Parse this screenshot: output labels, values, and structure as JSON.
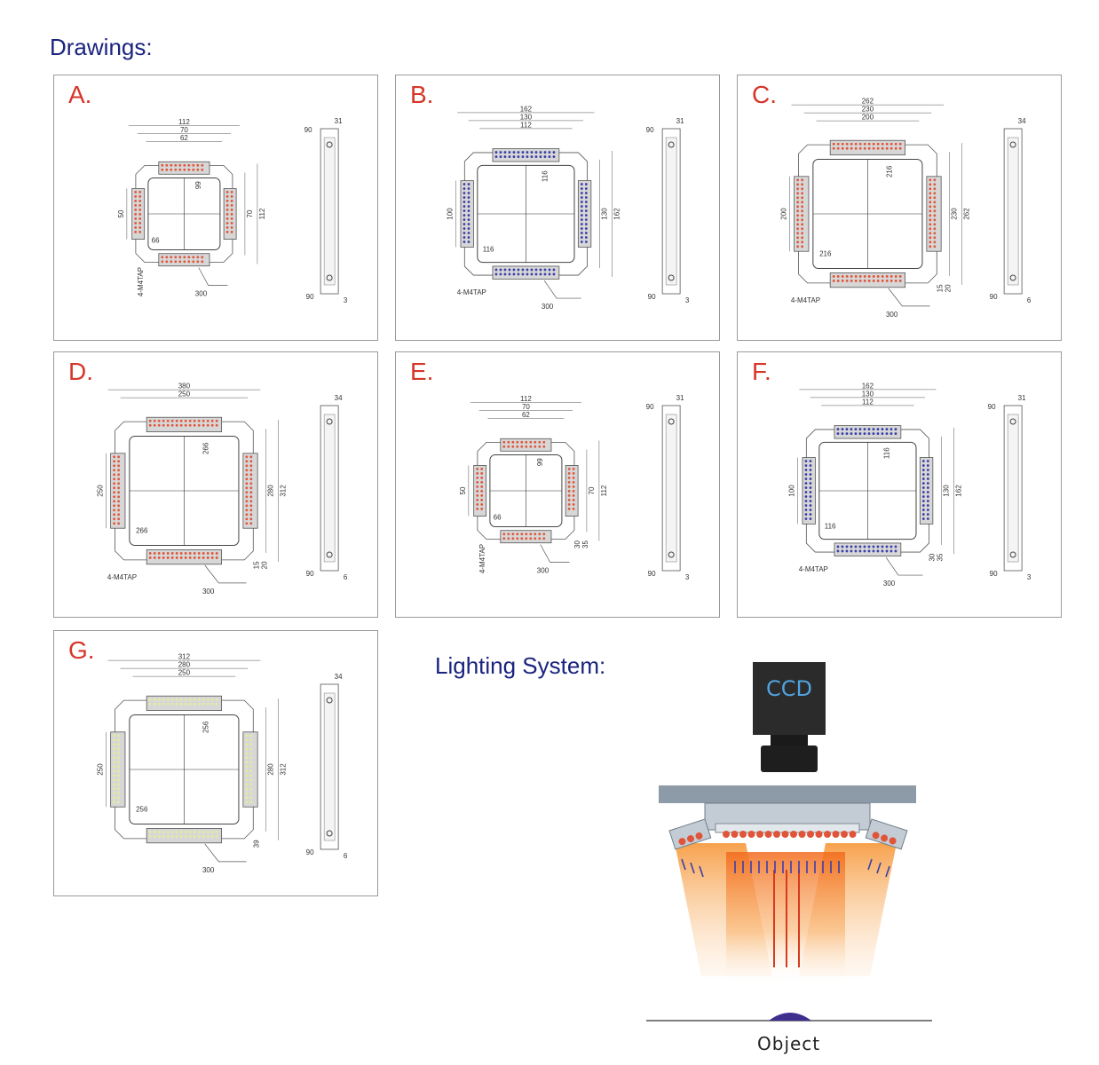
{
  "headings": {
    "drawings": "Drawings:",
    "lighting": "Lighting System:"
  },
  "colors": {
    "heading": "#1a237e",
    "letter": "#d6362a",
    "led_red": "#e0553a",
    "led_blue": "#3b3fa8",
    "led_yellow": "#e6ec9a",
    "beam": "#f58a1f"
  },
  "panels": [
    {
      "letter": "A.",
      "led": "red",
      "dims": {
        "top": [
          "112",
          "70",
          "62"
        ],
        "inner_v": "99",
        "inner_h": "66",
        "left": "50",
        "right": [
          "70",
          "112"
        ],
        "side_top": "31",
        "side_left": "90",
        "side_bottom": "90",
        "side_right": "3",
        "cable": "300",
        "tap": "4-M4TAP"
      }
    },
    {
      "letter": "B.",
      "led": "blue",
      "dims": {
        "top": [
          "162",
          "130",
          "112"
        ],
        "inner_v": "116",
        "inner_h": "116",
        "left": "100",
        "right": [
          "130",
          "162"
        ],
        "side_top": "31",
        "side_left": "90",
        "side_bottom": "90",
        "side_right": "3",
        "cable": "300",
        "tap": "4-M4TAP"
      }
    },
    {
      "letter": "C.",
      "led": "red",
      "dims": {
        "top": [
          "262",
          "230",
          "200"
        ],
        "inner_v": "216",
        "inner_h": "216",
        "left": "200",
        "right": [
          "230",
          "262"
        ],
        "side_top": "34",
        "side_left": "",
        "side_bottom": "90",
        "side_right": "6",
        "cable": "300",
        "tap": "4-M4TAP",
        "extra": [
          "15",
          "20"
        ]
      }
    },
    {
      "letter": "D.",
      "led": "red",
      "dims": {
        "top": [
          "380",
          "250"
        ],
        "inner_v": "266",
        "inner_h": "266",
        "left": "250",
        "right": [
          "280",
          "312"
        ],
        "side_top": "34",
        "side_left": "",
        "side_bottom": "90",
        "side_right": "6",
        "cable": "300",
        "tap": "4-M4TAP",
        "extra": [
          "15",
          "20"
        ]
      }
    },
    {
      "letter": "E.",
      "led": "red",
      "dims": {
        "top": [
          "112",
          "70",
          "62"
        ],
        "inner_v": "99",
        "inner_h": "66",
        "left": "50",
        "right": [
          "70",
          "112"
        ],
        "side_top": "31",
        "side_left": "90",
        "side_bottom": "90",
        "side_right": "3",
        "cable": "300",
        "tap": "4-M4TAP",
        "extra": [
          "30",
          "35"
        ]
      }
    },
    {
      "letter": "F.",
      "led": "blue",
      "dims": {
        "top": [
          "162",
          "130",
          "112"
        ],
        "inner_v": "116",
        "inner_h": "116",
        "left": "100",
        "right": [
          "130",
          "162"
        ],
        "side_top": "31",
        "side_left": "90",
        "side_bottom": "90",
        "side_right": "3",
        "cable": "300",
        "tap": "4-M4TAP",
        "extra": [
          "30",
          "35"
        ]
      }
    },
    {
      "letter": "G.",
      "led": "yellow",
      "dims": {
        "top": [
          "312",
          "280",
          "250"
        ],
        "inner_v": "256",
        "inner_h": "256",
        "left": "250",
        "right": [
          "280",
          "312"
        ],
        "side_top": "34",
        "side_left": "",
        "side_bottom": "90",
        "side_right": "6",
        "cable": "300",
        "tap": "",
        "extra": [
          "39"
        ]
      }
    }
  ],
  "lighting_system": {
    "camera_label": "CCD",
    "object_label": "Object"
  }
}
